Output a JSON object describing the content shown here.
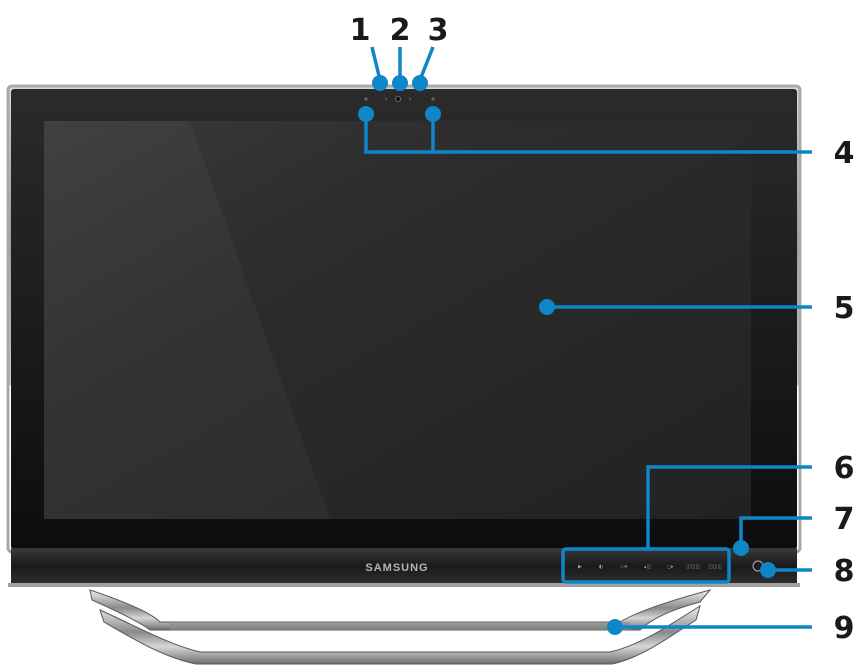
{
  "diagram": {
    "brand_text": "SAMSUNG",
    "callout_color": "#0f86c7",
    "number_color": "#1a1a1a",
    "callouts": [
      {
        "id": "1",
        "label": "1"
      },
      {
        "id": "2",
        "label": "2"
      },
      {
        "id": "3",
        "label": "3"
      },
      {
        "id": "4",
        "label": "4"
      },
      {
        "id": "5",
        "label": "5"
      },
      {
        "id": "6",
        "label": "6"
      },
      {
        "id": "7",
        "label": "7"
      },
      {
        "id": "8",
        "label": "8"
      },
      {
        "id": "9",
        "label": "9"
      }
    ]
  }
}
